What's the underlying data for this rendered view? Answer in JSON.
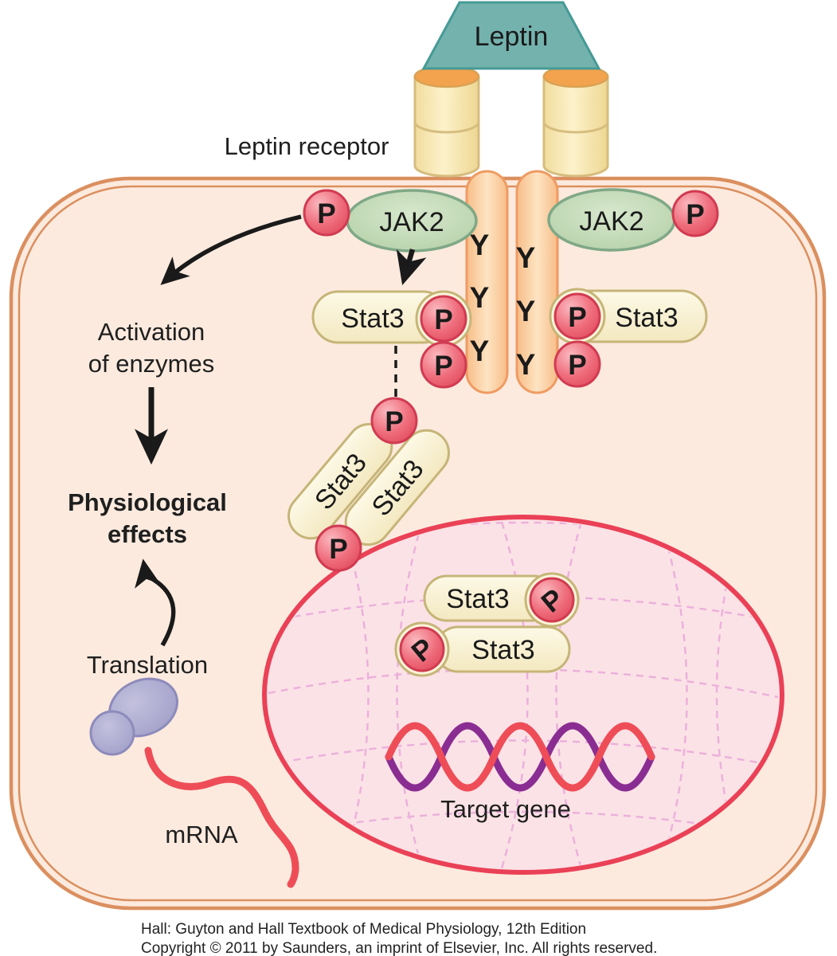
{
  "labels": {
    "leptin": "Leptin",
    "leptin_receptor": "Leptin receptor",
    "jak2": "JAK2",
    "stat3": "Stat3",
    "p": "P",
    "y": "Y",
    "activation": {
      "line1": "Activation",
      "line2": "of enzymes"
    },
    "physiological": {
      "line1": "Physiological",
      "line2": "effects"
    },
    "translation": "Translation",
    "mrna": "mRNA",
    "target_gene": "Target gene"
  },
  "footer": {
    "line1": "Hall: Guyton and Hall Textbook of Medical Physiology, 12th Edition",
    "line2": "Copyright © 2011 by Saunders, an imprint of Elsevier, Inc. All rights reserved."
  },
  "colors": {
    "cell_fill": "#fceade",
    "membrane_stroke": "#db8f5f",
    "nucleus_fill": "#fbe2e6",
    "nucleus_stroke": "#ea4157",
    "lattice": "#e9a8da",
    "leptin_fill": "#74b2ae",
    "leptin_stroke": "#459a95",
    "barrel_fill": "#f9e8b4",
    "barrel_stroke": "#d6bd7e",
    "barrel_cap_fill": "#f3a24d",
    "stalk_fill": "#fbd4a6",
    "stalk_stroke": "#ef9b63",
    "jak2_fill": "#b9d3ac",
    "jak2_stroke": "#7fa887",
    "stat3_fill": "#fbf5da",
    "stat3_stroke": "#c6b578",
    "p_fill": "#ee5f70",
    "p_stroke": "#d13b52",
    "dna_red": "#ee4d57",
    "dna_purple": "#8a2d92",
    "mrna": "#ee4d57",
    "ribosome_fill": "#a7a5cd",
    "ribosome_stroke": "#8d8bbb",
    "arrow": "#1a1a1a"
  }
}
